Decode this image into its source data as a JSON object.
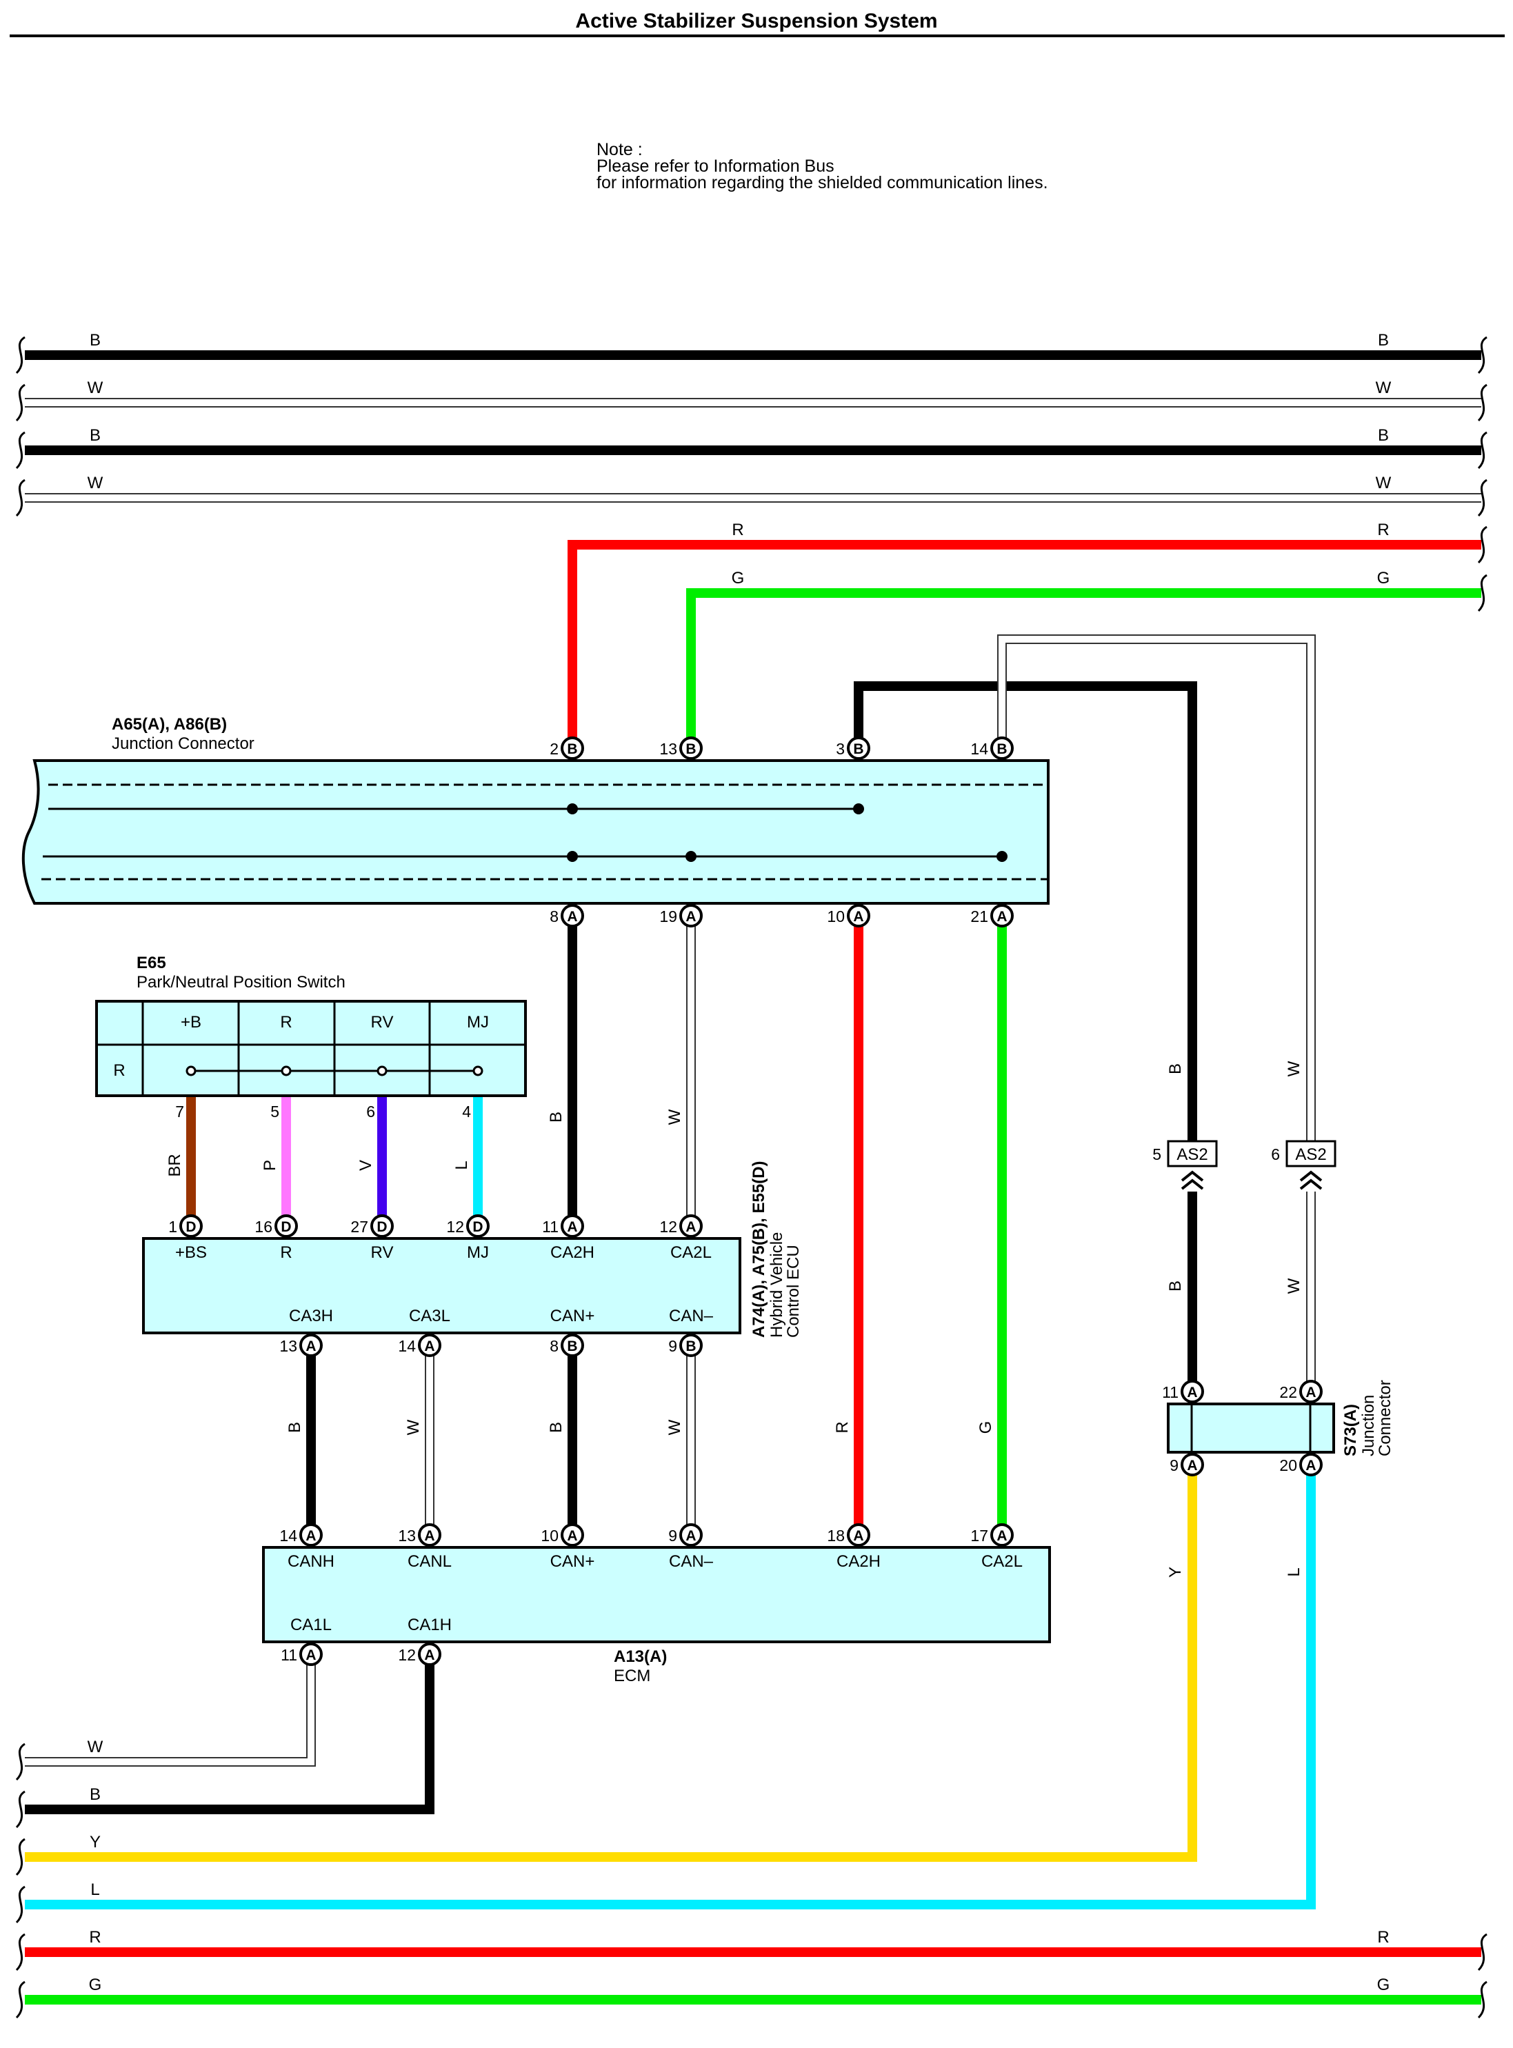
{
  "page_title": "Active Stabilizer Suspension System",
  "note": {
    "line1": "Note :",
    "line2": "Please refer to Information Bus",
    "line3": "for information regarding the shielded communication lines."
  },
  "wire_colors": {
    "B": "#000000",
    "W": "#ffffff",
    "R": "#ff0000",
    "G": "#00ee00",
    "BR": "#993300",
    "P": "#ff77ff",
    "V": "#4400ee",
    "L": "#00eeff",
    "Y": "#ffdd00",
    "component_fill": "#ccffff"
  },
  "components": {
    "junction_top": {
      "name": "A65(A), A86(B)",
      "desc": "Junction Connector"
    },
    "pnp_switch": {
      "name": "E65",
      "desc": "Park/Neutral Position Switch",
      "row_label": "R",
      "columns": [
        "+B",
        "R",
        "RV",
        "MJ"
      ]
    },
    "hv_ecu": {
      "name": "A74(A), A75(B), E55(D)",
      "desc1": "Hybrid Vehicle",
      "desc2": "Control ECU"
    },
    "ecm": {
      "name": "A13(A)",
      "desc": "ECM"
    },
    "junction_s73": {
      "name": "S73(A)",
      "desc1": "Junction",
      "desc2": "Connector"
    },
    "as2": {
      "label": "AS2"
    }
  },
  "bus_lines": {
    "top": [
      "B",
      "W",
      "B",
      "W",
      "R",
      "G"
    ],
    "bottom": [
      "W",
      "B",
      "Y",
      "L",
      "R",
      "G"
    ]
  },
  "pins": {
    "jc_top": [
      {
        "num": "2",
        "conn": "B"
      },
      {
        "num": "13",
        "conn": "B"
      },
      {
        "num": "3",
        "conn": "B"
      },
      {
        "num": "14",
        "conn": "B"
      }
    ],
    "jc_bottom": [
      {
        "num": "8",
        "conn": "A"
      },
      {
        "num": "19",
        "conn": "A"
      },
      {
        "num": "10",
        "conn": "A"
      },
      {
        "num": "21",
        "conn": "A"
      }
    ],
    "pnp": [
      "7",
      "5",
      "6",
      "4"
    ],
    "ecu_top": [
      {
        "num": "1",
        "conn": "D",
        "label": "+BS"
      },
      {
        "num": "16",
        "conn": "D",
        "label": "R"
      },
      {
        "num": "27",
        "conn": "D",
        "label": "RV"
      },
      {
        "num": "12",
        "conn": "D",
        "label": "MJ"
      },
      {
        "num": "11",
        "conn": "A",
        "label": "CA2H"
      },
      {
        "num": "12",
        "conn": "A",
        "label": "CA2L"
      }
    ],
    "ecu_bottom": [
      {
        "num": "13",
        "conn": "A",
        "label": "CA3H"
      },
      {
        "num": "14",
        "conn": "A",
        "label": "CA3L"
      },
      {
        "num": "8",
        "conn": "B",
        "label": "CAN+"
      },
      {
        "num": "9",
        "conn": "B",
        "label": "CAN–"
      }
    ],
    "ecm_top": [
      {
        "num": "14",
        "conn": "A",
        "label": "CANH"
      },
      {
        "num": "13",
        "conn": "A",
        "label": "CANL"
      },
      {
        "num": "10",
        "conn": "A",
        "label": "CAN+"
      },
      {
        "num": "9",
        "conn": "A",
        "label": "CAN–"
      },
      {
        "num": "18",
        "conn": "A",
        "label": "CA2H"
      },
      {
        "num": "17",
        "conn": "A",
        "label": "CA2L"
      }
    ],
    "ecm_bottom": [
      {
        "num": "11",
        "conn": "A",
        "label": "CA1L"
      },
      {
        "num": "12",
        "conn": "A",
        "label": "CA1H"
      }
    ],
    "as2": [
      "5",
      "6"
    ],
    "s73_top": [
      {
        "num": "11",
        "conn": "A"
      },
      {
        "num": "22",
        "conn": "A"
      }
    ],
    "s73_bottom": [
      {
        "num": "9",
        "conn": "A"
      },
      {
        "num": "20",
        "conn": "A"
      }
    ]
  },
  "wire_labels": {
    "pnp": [
      "BR",
      "P",
      "V",
      "L"
    ],
    "jc_to_ecu": [
      "B",
      "W"
    ],
    "jc_to_ecm": [
      "R",
      "G"
    ],
    "ecu_to_ecm": [
      "B",
      "W",
      "B",
      "W"
    ],
    "as2_upper": [
      "B",
      "W"
    ],
    "as2_lower": [
      "B",
      "W"
    ],
    "s73_out": [
      "Y",
      "L"
    ]
  }
}
